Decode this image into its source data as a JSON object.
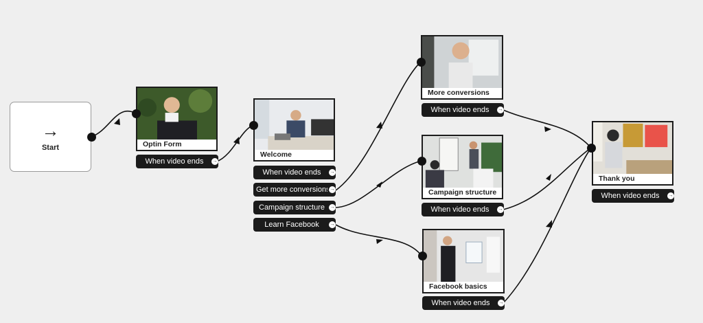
{
  "start": {
    "label": "Start",
    "icon": "arrow-right-icon"
  },
  "nodes": [
    {
      "id": "optin",
      "title": "Optin Form",
      "buttons": [
        "When video ends"
      ]
    },
    {
      "id": "welcome",
      "title": "Welcome",
      "buttons": [
        "When video ends",
        "Get more conversions",
        "Campaign structure",
        "Learn Facebook"
      ]
    },
    {
      "id": "more",
      "title": "More conversions",
      "buttons": [
        "When video ends"
      ]
    },
    {
      "id": "campaign",
      "title": "Campaign structure",
      "buttons": [
        "When video ends"
      ]
    },
    {
      "id": "facebook",
      "title": "Facebook basics",
      "buttons": [
        "When video ends"
      ]
    },
    {
      "id": "thanks",
      "title": "Thank you",
      "buttons": [
        "When video ends"
      ]
    }
  ],
  "colors": {
    "canvas": "#efefef",
    "edge": "#111111",
    "pill": "#1b1b1b"
  }
}
